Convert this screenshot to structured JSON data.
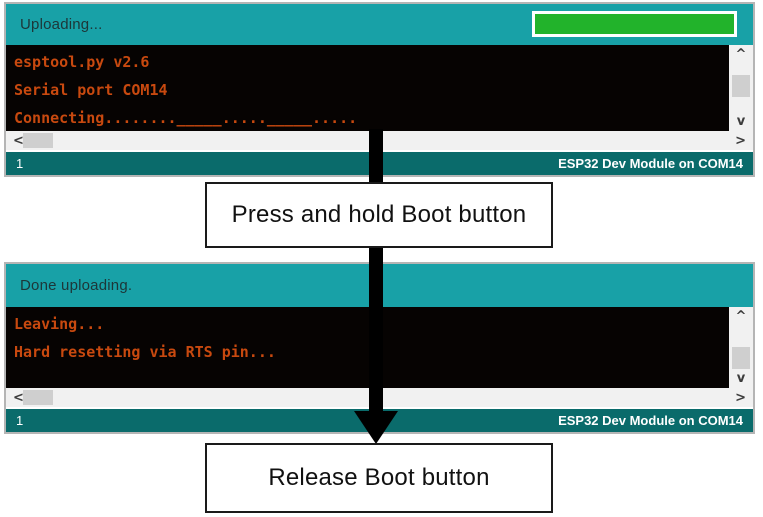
{
  "window1": {
    "header": {
      "status_text": "Uploading...",
      "progress": {
        "percent": 100
      }
    },
    "console": {
      "lines": [
        "esptool.py v2.6",
        "Serial port COM14",
        "Connecting........_____....._____....."
      ]
    },
    "statusbar": {
      "line_number": "1",
      "board_info": "ESP32 Dev Module on COM14"
    }
  },
  "window2": {
    "header": {
      "status_text": "Done uploading."
    },
    "console": {
      "lines": [
        "Leaving...",
        "Hard resetting via RTS pin..."
      ]
    },
    "statusbar": {
      "line_number": "1",
      "board_info": "ESP32 Dev Module on COM14"
    }
  },
  "annotations": {
    "step1": "Press and hold Boot button",
    "step2": "Release Boot button"
  },
  "icons": {
    "scroll_up": "^",
    "scroll_down": "v",
    "scroll_left": "<",
    "scroll_right": ">"
  },
  "colors": {
    "header_teal": "#18a1a7",
    "statusbar_teal": "#0a6b6b",
    "console_bg": "#060302",
    "console_text": "#c8490f",
    "progress_green": "#22b32b",
    "progress_border": "#ffffff",
    "scroll_track": "#f1f1f1",
    "scroll_thumb": "#cfcfcf",
    "scroll_arrow": "#3c3c3c",
    "window_border": "#b5b5b5",
    "header_text": "#1d3638",
    "statusbar_text": "#ffffff",
    "annotation_border": "#1a1a1a",
    "annotation_text": "#111111",
    "arrow_color": "#000000"
  }
}
